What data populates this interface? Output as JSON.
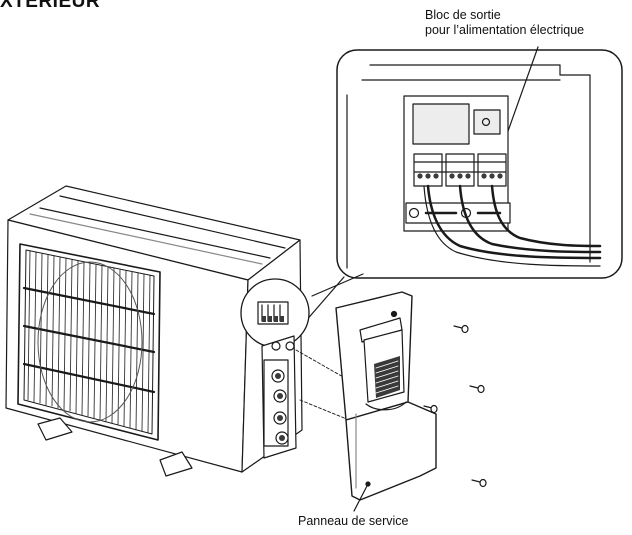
{
  "title": "XTÉRIEUR",
  "labels": {
    "outlet_block_line1": "Bloc de sortie",
    "outlet_block_line2": "pour l’alimentation électrique",
    "service_panel": "Panneau de service"
  },
  "colors": {
    "line": "#1a1a1a",
    "shade": "#d9d9d9",
    "dark": "#3a3a3a"
  }
}
